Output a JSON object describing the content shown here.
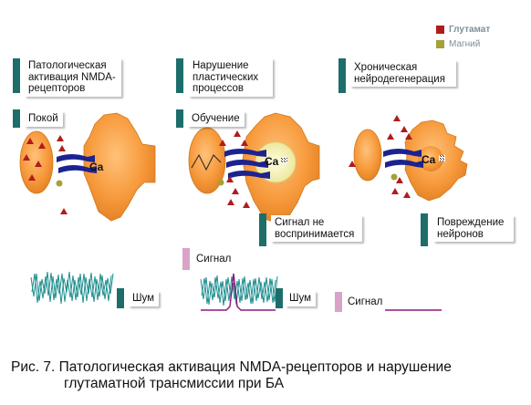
{
  "legend": {
    "glutamate": "Глутамат",
    "magnesium": "Магний"
  },
  "panels": {
    "left": {
      "title": "Патологическая\nактивация NMDA-\nрецепторов",
      "state": "Покой",
      "bottom_label": "Шум",
      "ion": "Ca"
    },
    "middle": {
      "title": "Нарушение\nпластических\nпроцессов",
      "state": "Обучение",
      "result": "Сигнал не\nвоспринимается",
      "signal_label": "Сигнал",
      "bottom_label": "Шум",
      "ion": "Ca"
    },
    "right": {
      "title": "Хроническая\nнейродегенерация",
      "result": "Повреждение\nнейронов",
      "signal_label": "Сигнал",
      "ion": "Ca"
    }
  },
  "caption": {
    "line1": "Рис. 7. Патологическая активация NMDA-рецепторов и нарушение",
    "line2": "глутаматной трансмиссии при БА"
  },
  "colors": {
    "cell": "#f79a3c",
    "cell_edge": "#c8701a",
    "glutamate": "#b01c1c",
    "magnesium": "#a7a035",
    "channel": "#1c2390",
    "accent_bar": "#1d6e6a",
    "signal_bar": "#d9a3c8",
    "noise": "#1e8e8e",
    "signal_trace": "#8b1a7a",
    "ca_core": "#f4f0a8"
  }
}
